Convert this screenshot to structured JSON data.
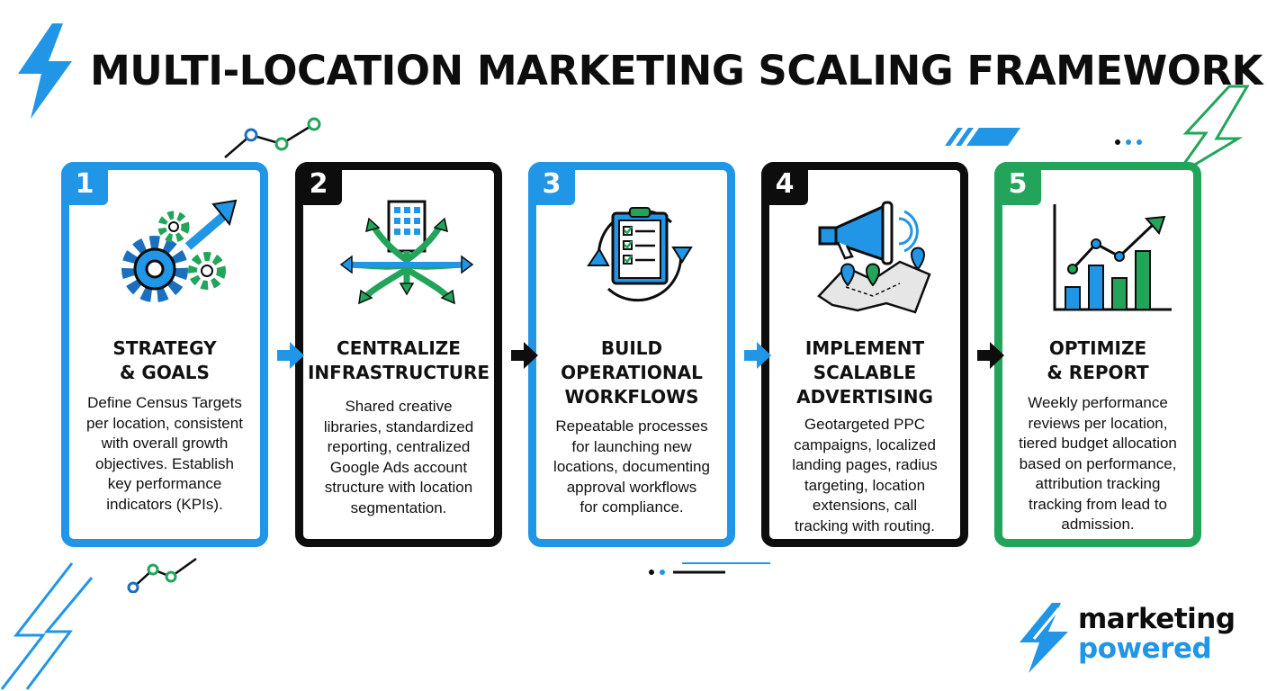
{
  "title": "MULTI-LOCATION MARKETING SCALING FRAMEWORK",
  "colors": {
    "blue": "#2196e6",
    "black": "#0d0d0d",
    "green": "#22a55a"
  },
  "steps": [
    {
      "number": "1",
      "title": "STRATEGY\n& GOALS",
      "icon": "gears-arrow-icon",
      "description": "Define Census Targets\nper location, consistent\nwith overall growth\nobjectives. Establish\nkey performance\nindicators (KPIs)."
    },
    {
      "number": "2",
      "title": "CENTRALIZE\nINFRASTRUCTURE",
      "icon": "building-branching-arrows-icon",
      "description": "Shared creative\nlibraries, standardized\nreporting, centralized\nGoogle Ads account\nstructure with location\nsegmentation."
    },
    {
      "number": "3",
      "title": "BUILD\nOPERATIONAL\nWORKFLOWS",
      "icon": "clipboard-cycle-icon",
      "description": "Repeatable processes\nfor launching new\nlocations, documenting\napproval workflows\nfor compliance."
    },
    {
      "number": "4",
      "title": "IMPLEMENT\nSCALABLE\nADVERTISING",
      "icon": "megaphone-map-icon",
      "description": "Geotargeted PPC\ncampaigns, localized\nlanding pages, radius\ntargeting, location\nextensions, call\ntracking with routing."
    },
    {
      "number": "5",
      "title": "OPTIMIZE\n& REPORT",
      "icon": "bar-chart-trend-icon",
      "description": "Weekly performance\nreviews per location,\ntiered budget allocation\nbased on performance,\nattribution tracking\ntracking from lead to\nadmission."
    }
  ],
  "logo": {
    "line1": "marketing",
    "line2": "powered"
  }
}
